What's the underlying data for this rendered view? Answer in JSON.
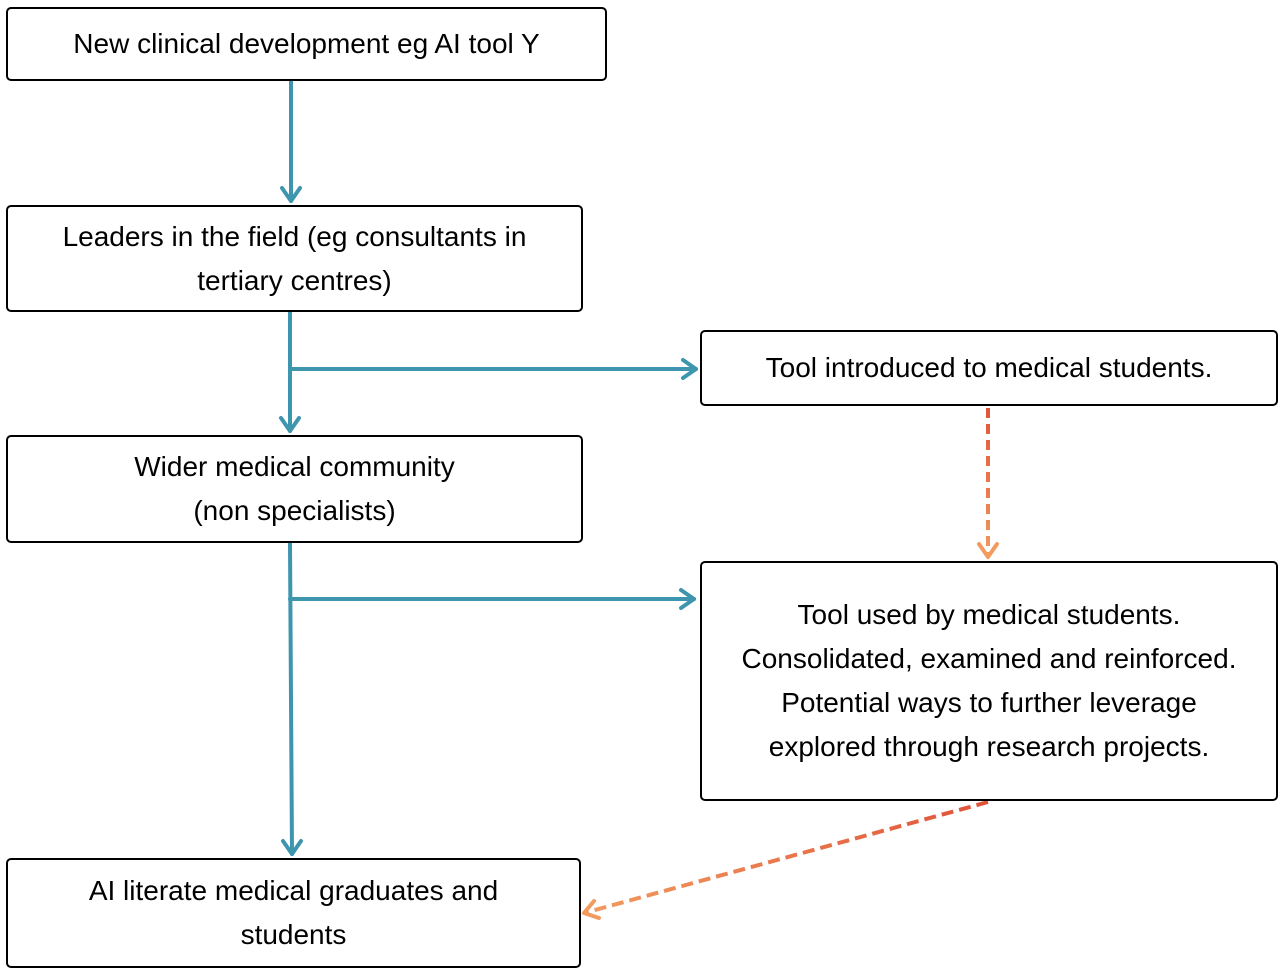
{
  "colors": {
    "solid_connector": "#3E95AE",
    "dashed_connector_start": "#E0533A",
    "dashed_connector_end": "#F29B5E",
    "node_border": "#000000",
    "node_fill": "#FFFFFF"
  },
  "nodes": {
    "new_development": {
      "lines": [
        "New clinical development eg AI tool Y"
      ]
    },
    "leaders": {
      "lines": [
        "Leaders in the field (eg consultants in",
        "tertiary centres)"
      ]
    },
    "tool_introduced": {
      "lines": [
        "Tool introduced to medical students."
      ]
    },
    "wider_community": {
      "lines": [
        "Wider medical community",
        "(non specialists)"
      ]
    },
    "tool_used": {
      "lines": [
        "Tool used by medical students.",
        "Consolidated, examined and reinforced.",
        "Potential ways to further leverage",
        "explored through research projects."
      ]
    },
    "ai_literate": {
      "lines": [
        "AI literate medical graduates and",
        "students"
      ]
    }
  },
  "edges": [
    {
      "from": "new_development",
      "to": "leaders",
      "style": "solid"
    },
    {
      "from": "leaders",
      "to": "wider_community",
      "style": "solid"
    },
    {
      "from": "leaders",
      "to": "tool_introduced",
      "style": "solid"
    },
    {
      "from": "wider_community",
      "to": "ai_literate",
      "style": "solid"
    },
    {
      "from": "wider_community",
      "to": "tool_used",
      "style": "solid"
    },
    {
      "from": "tool_introduced",
      "to": "tool_used",
      "style": "dashed"
    },
    {
      "from": "tool_used",
      "to": "ai_literate",
      "style": "dashed"
    }
  ]
}
